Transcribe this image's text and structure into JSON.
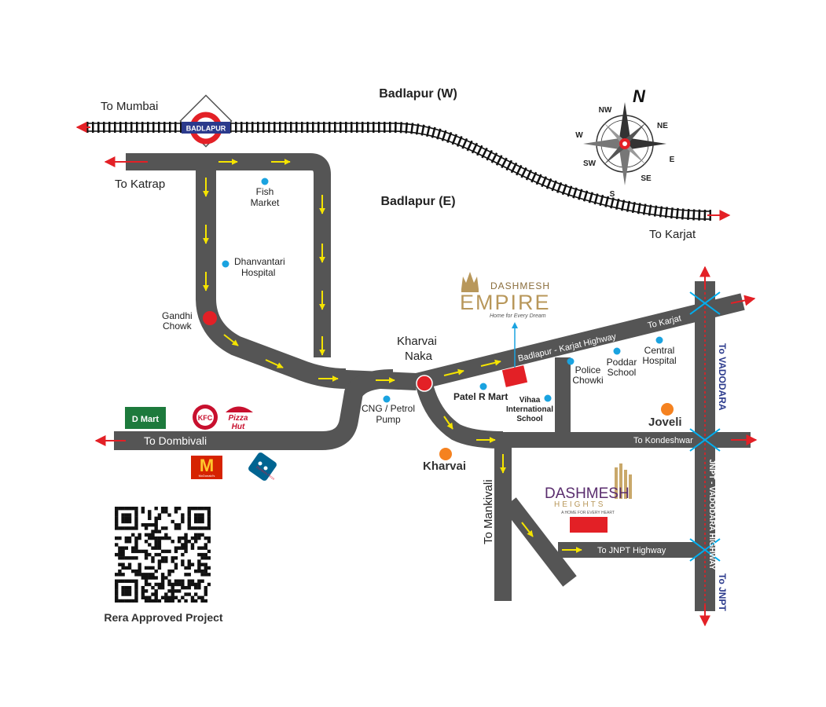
{
  "areas": {
    "west": "Badlapur (W)",
    "east": "Badlapur (E)"
  },
  "station": {
    "name": "BADLAPUR"
  },
  "directions": {
    "to_mumbai": "To Mumbai",
    "to_katrap": "To Katrap",
    "to_karjat_rail": "To Karjat",
    "to_karjat_road": "To Karjat",
    "to_dombivali": "To Dombivali",
    "to_mankivali": "To Mankivali",
    "to_kondeshwar": "To Kondeshwar",
    "to_jnpt_highway": "To JNPT Highway",
    "to_vadodara": "To VADODARA",
    "to_jnpt": "To JNPT"
  },
  "roads": {
    "highway": "Badlapur - Karjat Highway",
    "vadodara_highway": "JNPT - VADODARA HIGHWAY"
  },
  "junctions": {
    "gandhi_chowk": [
      "Gandhi",
      "Chowk"
    ],
    "kharvai_naka": [
      "Kharvai",
      "Naka"
    ]
  },
  "landmarks": {
    "fish_market": [
      "Fish",
      "Market"
    ],
    "dhanvantari": [
      "Dhanvantari",
      "Hospital"
    ],
    "cng_pump": [
      "CNG / Petrol",
      "Pump"
    ],
    "patel_mart": "Patel R Mart",
    "vihaa_school": [
      "Vihaa",
      "International",
      "School"
    ],
    "police_chowki": [
      "Police",
      "Chowki"
    ],
    "poddar_school": [
      "Poddar",
      "School"
    ],
    "central_hospital": [
      "Central",
      "Hospital"
    ]
  },
  "villages": {
    "kharvai": "Kharvai",
    "joveli": "Joveli"
  },
  "projects": {
    "empire": {
      "brand": "DASHMESH",
      "name": "EMPIRE",
      "tagline": "Home for Every Dream"
    },
    "heights": {
      "brand": "DASHMESH",
      "name": "HEIGHTS",
      "tagline": "A HOME FOR EVERY HEART"
    }
  },
  "brands": {
    "dmart": "D Mart",
    "kfc": "KFC",
    "pizza_hut": [
      "Pizza",
      "Hut"
    ],
    "mcdonalds": "McDonald's",
    "dominos": "Domino's Pizza"
  },
  "qr": {
    "caption": "Rera Approved Project"
  },
  "compass": {
    "n": "N",
    "s": "S",
    "e": "E",
    "w": "W",
    "ne": "NE",
    "nw": "NW",
    "se": "SE",
    "sw": "SW"
  },
  "colors": {
    "road": "#555555",
    "arrow": "#f5e400",
    "junction": "#e32026",
    "landmark": "#1aa3e0",
    "village": "#f58220",
    "direction_arrow": "#e32026",
    "brand_gold": "#b8975a",
    "heights_purple": "#5a2d6e",
    "vadodara_blue": "#2b3a8c"
  }
}
